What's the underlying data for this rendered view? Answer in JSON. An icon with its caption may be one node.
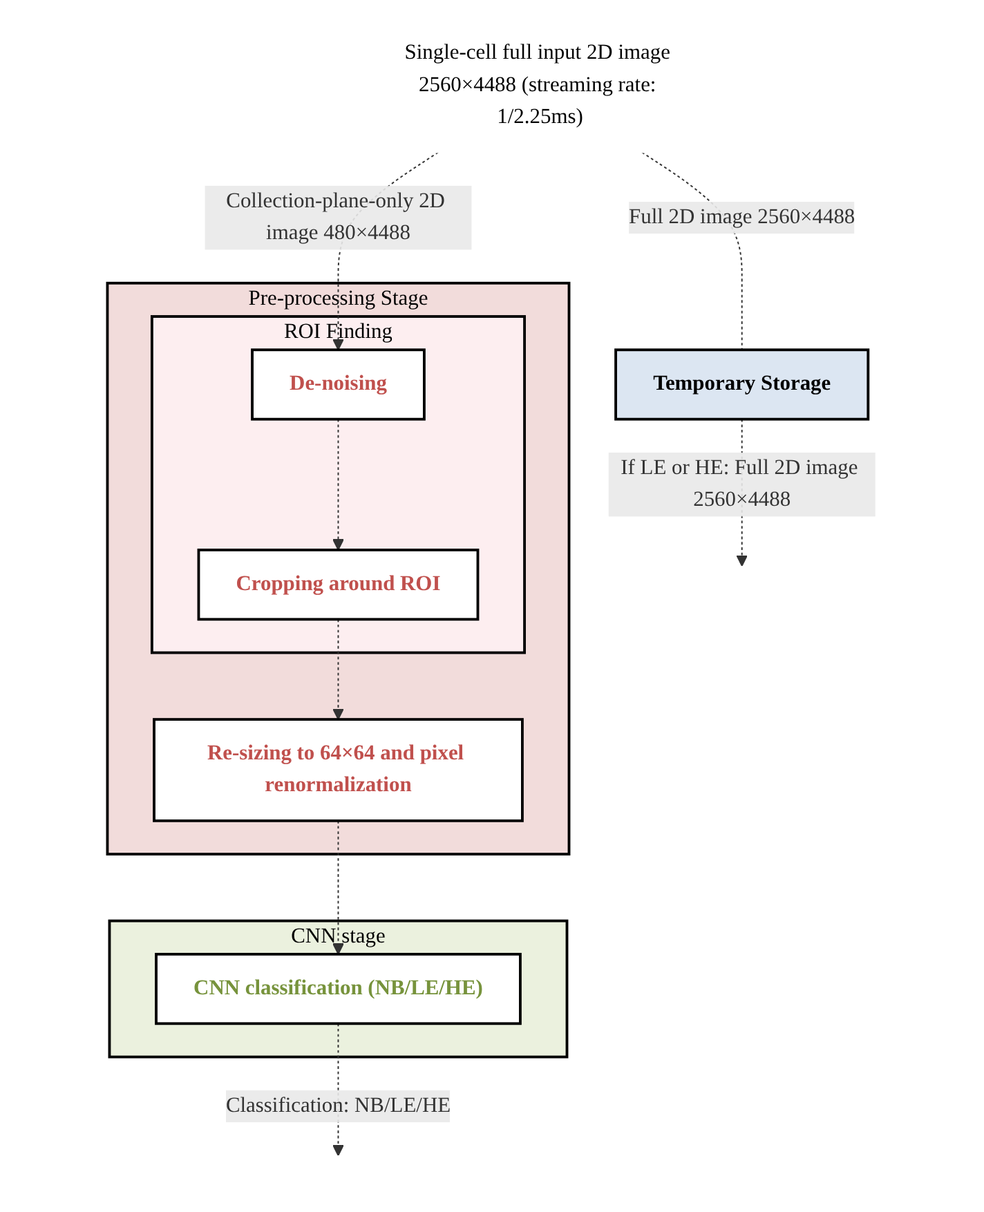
{
  "diagram": {
    "nodes": [
      {
        "text": [
          "Single-cell full input 2D image 2560×4488 (streaming rate: 1/2.25ms)"
        ]
      },
      {
        "text": [
          "Pre-processing Stage"
        ]
      },
      {
        "text": [
          "ROI Finding"
        ],
        "in": 1
      },
      {
        "text": [
          "De-noising"
        ],
        "in": 2
      },
      {
        "text": [
          "Cropping around ROI"
        ],
        "in": 2
      },
      {
        "text": [
          "Re-sizing to 64×64 and pixel renormalization"
        ],
        "in": 1
      },
      {
        "text": [
          "CNN stage"
        ]
      },
      {
        "text": [
          "CNN classification (NB/LE/HE)"
        ],
        "in": 6
      },
      {
        "text": [
          "Temporary Storage"
        ]
      }
    ],
    "edges": [
      {
        "from": 0,
        "to": 3,
        "arrow": "to",
        "label": "Collection-plane-only 2D image 480×4488",
        "style": "dashed"
      },
      {
        "from": 0,
        "to": 8,
        "arrow": "none",
        "label": "Full 2D image 2560×4488",
        "style": "dashed"
      },
      {
        "from": 3,
        "to": 4,
        "arrow": "to",
        "style": "dashed"
      },
      {
        "from": 4,
        "to": 5,
        "arrow": "to",
        "style": "dashed"
      },
      {
        "from": 5,
        "to": 7,
        "arrow": "to",
        "style": "dashed"
      },
      {
        "from": 7,
        "to": null,
        "arrow": "to",
        "label": "Classification: NB/LE/HE",
        "style": "dashed"
      },
      {
        "from": 8,
        "to": null,
        "arrow": "to",
        "label": "If LE or HE: Full 2D image 2560×4488",
        "style": "dashed"
      }
    ]
  }
}
